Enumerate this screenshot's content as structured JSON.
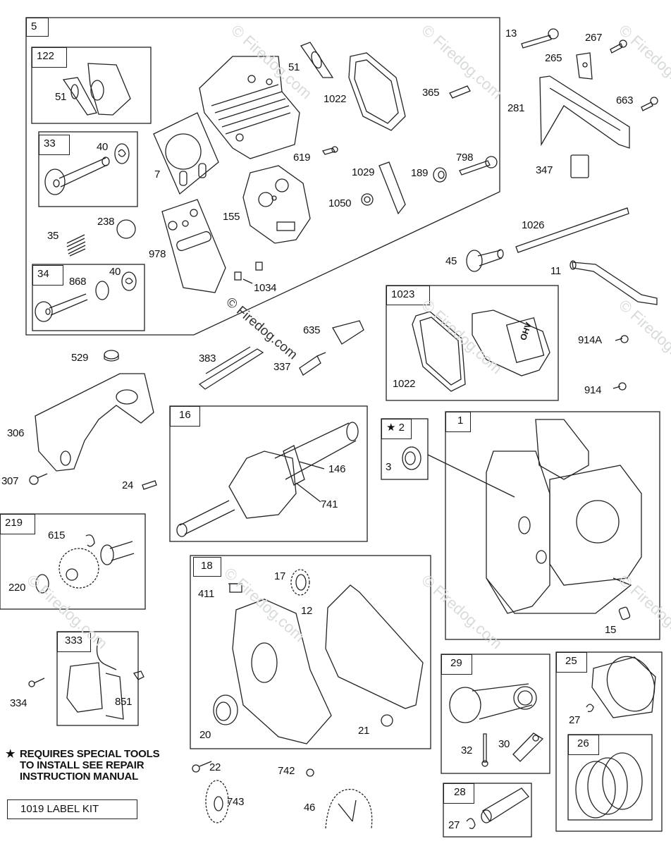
{
  "diagram": {
    "title": "Engine Parts Exploded View",
    "watermark": "© Firedog.com",
    "groups": [
      {
        "id": "5",
        "label": "5"
      },
      {
        "id": "122",
        "label": "122"
      },
      {
        "id": "33",
        "label": "33"
      },
      {
        "id": "34",
        "label": "34"
      },
      {
        "id": "1023",
        "label": "1023"
      },
      {
        "id": "16",
        "label": "16"
      },
      {
        "id": "2",
        "label": "2",
        "special_tools": true
      },
      {
        "id": "1",
        "label": "1"
      },
      {
        "id": "219",
        "label": "219"
      },
      {
        "id": "18",
        "label": "18"
      },
      {
        "id": "333",
        "label": "333"
      },
      {
        "id": "29",
        "label": "29"
      },
      {
        "id": "25",
        "label": "25"
      },
      {
        "id": "26",
        "label": "26"
      },
      {
        "id": "28",
        "label": "28"
      }
    ],
    "callouts": {
      "c13": "13",
      "c267": "267",
      "c265": "265",
      "c281": "281",
      "c663": "663",
      "c347": "347",
      "c51a": "51",
      "c51b": "51",
      "c1022a": "1022",
      "c365": "365",
      "c7": "7",
      "c40a": "40",
      "c619": "619",
      "c1029": "1029",
      "c189": "189",
      "c798": "798",
      "c1050": "1050",
      "c238": "238",
      "c35": "35",
      "c155": "155",
      "c978": "978",
      "c1034": "1034",
      "c868": "868",
      "c40b": "40",
      "c1026": "1026",
      "c45": "45",
      "c11": "11",
      "c635": "635",
      "c529": "529",
      "c383": "383",
      "c337": "337",
      "c1022b": "1022",
      "c914a": "914A",
      "c914": "914",
      "c306": "306",
      "c307": "307",
      "c24": "24",
      "c146": "146",
      "c741": "741",
      "c3": "3",
      "c615": "615",
      "c220": "220",
      "c17": "17",
      "c411": "411",
      "c12": "12",
      "c15": "15",
      "c334": "334",
      "c851": "851",
      "c20": "20",
      "c21": "21",
      "c22": "22",
      "c742": "742",
      "c743": "743",
      "c46": "46",
      "c32": "32",
      "c30": "30",
      "c27a": "27",
      "c27b": "27"
    },
    "note": {
      "symbol": "★",
      "lines": [
        "REQUIRES SPECIAL TOOLS",
        "TO INSTALL   SEE REPAIR",
        "INSTRUCTION MANUAL"
      ]
    },
    "label_kit": "1019 LABEL KIT",
    "ohv_badge": "OHV"
  }
}
